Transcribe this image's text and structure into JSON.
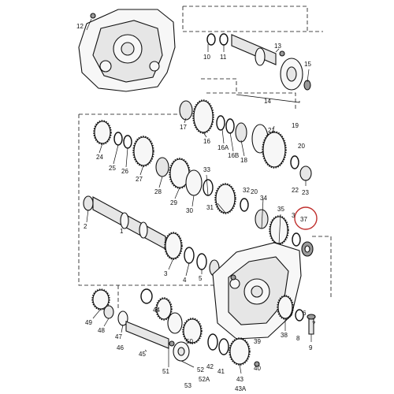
{
  "callouts": [
    {
      "id": "c12",
      "text": "12"
    },
    {
      "id": "c13",
      "text": "13"
    },
    {
      "id": "c10",
      "text": "10"
    },
    {
      "id": "c11",
      "text": "11"
    },
    {
      "id": "c15",
      "text": "15"
    },
    {
      "id": "c14",
      "text": "14"
    },
    {
      "id": "c17",
      "text": "17"
    },
    {
      "id": "c16",
      "text": "16"
    },
    {
      "id": "c16A",
      "text": "16A"
    },
    {
      "id": "c16B",
      "text": "16B"
    },
    {
      "id": "c18",
      "text": "18"
    },
    {
      "id": "c19",
      "text": "19"
    },
    {
      "id": "c21",
      "text": "21"
    },
    {
      "id": "c20",
      "text": "20"
    },
    {
      "id": "c22",
      "text": "22"
    },
    {
      "id": "c23",
      "text": "23"
    },
    {
      "id": "c24",
      "text": "24"
    },
    {
      "id": "c25",
      "text": "25"
    },
    {
      "id": "c26",
      "text": "26"
    },
    {
      "id": "c27",
      "text": "27"
    },
    {
      "id": "c28",
      "text": "28"
    },
    {
      "id": "c29",
      "text": "29"
    },
    {
      "id": "c30",
      "text": "30"
    },
    {
      "id": "c31",
      "text": "31"
    },
    {
      "id": "c32",
      "text": "32"
    },
    {
      "id": "c33",
      "text": "33"
    },
    {
      "id": "c20b",
      "text": "20"
    },
    {
      "id": "c34",
      "text": "34"
    },
    {
      "id": "c35",
      "text": "35"
    },
    {
      "id": "c3b",
      "text": "3"
    },
    {
      "id": "c37",
      "text": "37"
    },
    {
      "id": "c2",
      "text": "2"
    },
    {
      "id": "c1",
      "text": "1"
    },
    {
      "id": "c3",
      "text": "3"
    },
    {
      "id": "c4",
      "text": "4"
    },
    {
      "id": "c5",
      "text": "5"
    },
    {
      "id": "c49",
      "text": "49"
    },
    {
      "id": "c48",
      "text": "48"
    },
    {
      "id": "c47",
      "text": "47"
    },
    {
      "id": "c46",
      "text": "46"
    },
    {
      "id": "c45",
      "text": "45"
    },
    {
      "id": "c44",
      "text": "44"
    },
    {
      "id": "c50",
      "text": "50"
    },
    {
      "id": "c51",
      "text": "51"
    },
    {
      "id": "c53",
      "text": "53"
    },
    {
      "id": "c52",
      "text": "52"
    },
    {
      "id": "c52A",
      "text": "52A"
    },
    {
      "id": "c42",
      "text": "42"
    },
    {
      "id": "c41",
      "text": "41"
    },
    {
      "id": "c43",
      "text": "43"
    },
    {
      "id": "c43A",
      "text": "43A"
    },
    {
      "id": "c40",
      "text": "40"
    },
    {
      "id": "c39",
      "text": "39"
    },
    {
      "id": "c38",
      "text": "38"
    },
    {
      "id": "c8",
      "text": "8"
    },
    {
      "id": "c9",
      "text": "9"
    },
    {
      "id": "c6",
      "text": "6"
    },
    {
      "id": "c7",
      "text": "7"
    }
  ]
}
